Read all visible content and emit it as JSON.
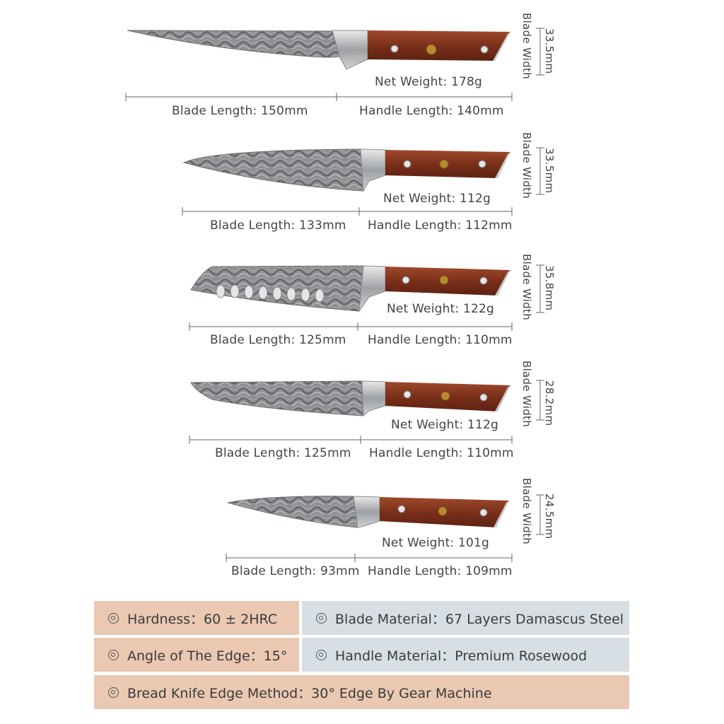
{
  "knives": [
    {
      "id": "boning",
      "weight": "Net Weight: 178g",
      "blade_length": "Blade Length: 150mm",
      "handle_length": "Handle Length: 140mm",
      "width_value": "33.5mm",
      "width_label": "Blade Width"
    },
    {
      "id": "chef",
      "weight": "Net Weight: 112g",
      "blade_length": "Blade Length: 133mm",
      "handle_length": "Handle Length: 112mm",
      "width_value": "33.5mm",
      "width_label": "Blade Width"
    },
    {
      "id": "santoku",
      "weight": "Net Weight: 122g",
      "blade_length": "Blade Length: 125mm",
      "handle_length": "Handle Length: 110mm",
      "width_value": "35.8mm",
      "width_label": "Blade Width"
    },
    {
      "id": "utility",
      "weight": "Net Weight: 112g",
      "blade_length": "Blade Length: 125mm",
      "handle_length": "Handle Length: 110mm",
      "width_value": "28.2mm",
      "width_label": "Blade Width"
    },
    {
      "id": "paring",
      "weight": "Net Weight: 101g",
      "blade_length": "Blade Length: 93mm",
      "handle_length": "Handle Length: 109mm",
      "width_value": "24.5mm",
      "width_label": "Blade Width"
    }
  ],
  "specs": {
    "hardness": "Hardness：60 ± 2HRC",
    "blade_material": "Blade Material：67 Layers Damascus Steel",
    "edge_angle": "Angle of The Edge：15°",
    "handle_material": "Handle Material：Premium Rosewood",
    "bread_edge": "Bread Knife Edge Method：30° Edge By Gear Machine"
  },
  "icons": {
    "spec_bullet": "target-circle-icon"
  },
  "colors": {
    "warm_cell": "#eac8b2",
    "cool_cell": "#d8dfe4",
    "handle": "#8a3a22",
    "blade": "#8d8f92"
  }
}
